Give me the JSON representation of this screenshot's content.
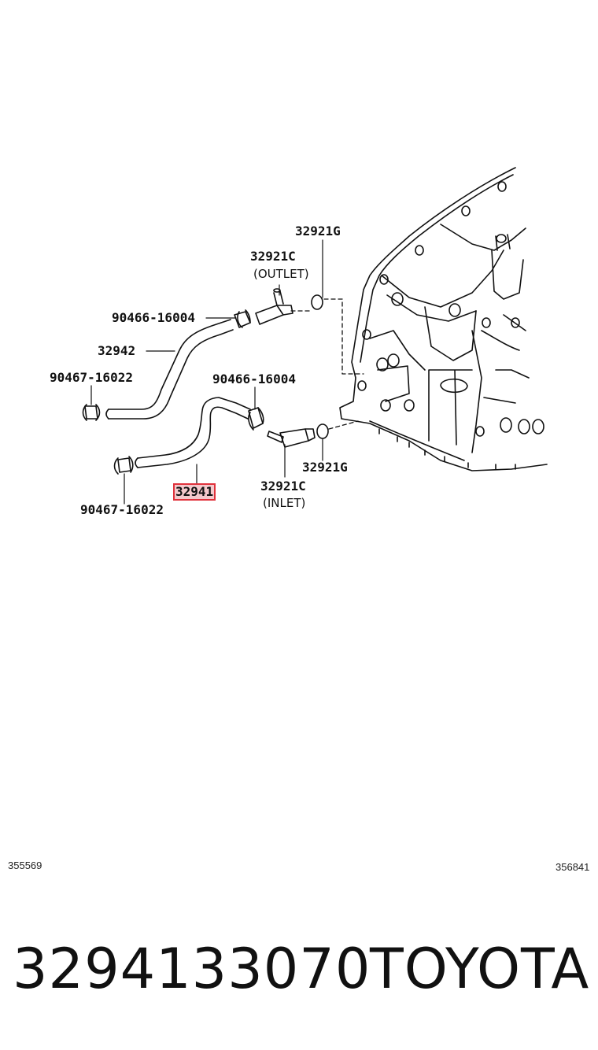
{
  "diagram": {
    "labels": {
      "g_top": "32921G",
      "c_outlet": "32921C",
      "outlet": "(OUTLET)",
      "clamp_a": "90466-16004",
      "hose_top": "32942",
      "clamp_b": "90467-16022",
      "clamp_c": "90466-16004",
      "g_bottom": "32921G",
      "hose_bottom": "32941",
      "c_inlet": "32921C",
      "inlet": "(INLET)",
      "clamp_d": "90467-16022"
    },
    "highlight_color": "#e0323c"
  },
  "footer": {
    "ref_left": "355569",
    "ref_right": "356841",
    "part_number": "3294133070",
    "brand": "TOYOTA"
  }
}
